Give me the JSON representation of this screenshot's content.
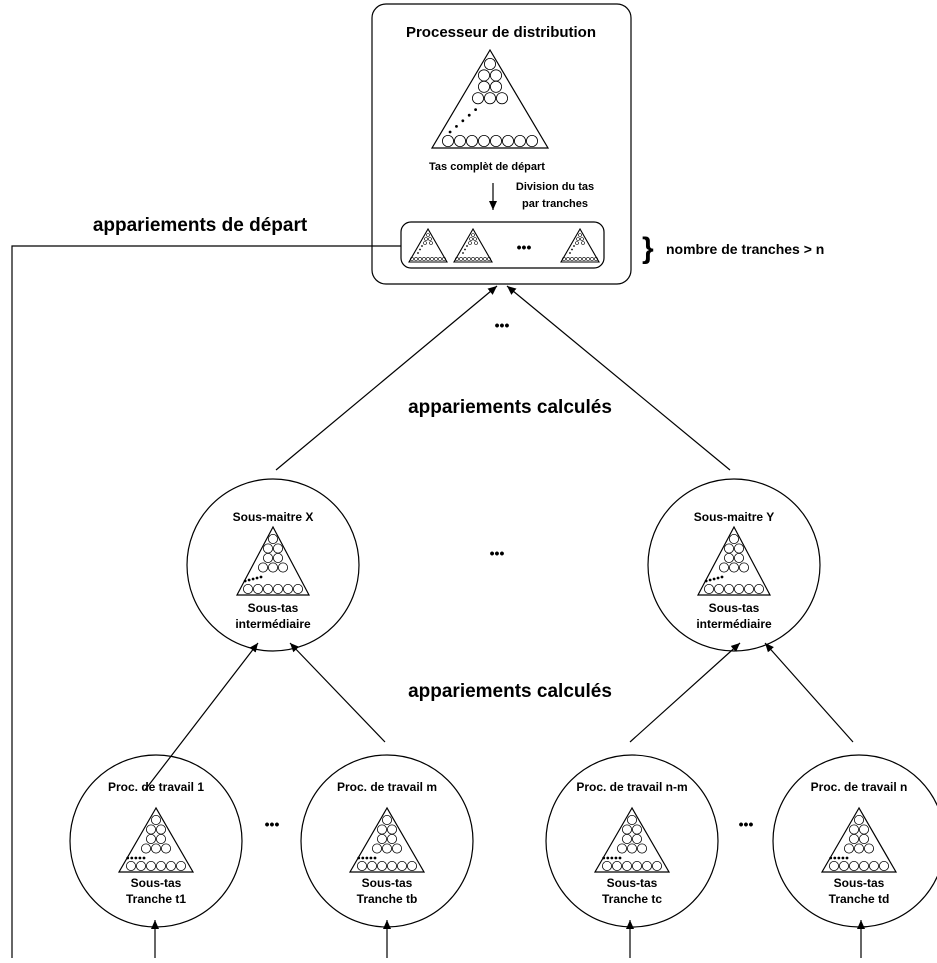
{
  "distribution": {
    "title": "Processeur de distribution",
    "heap_label": "Tas complèt de départ",
    "division_line1": "Division du tas",
    "division_line2": "par tranches",
    "slices_note": "nombre de tranches > n"
  },
  "edges": {
    "initial_pairings": "appariements de départ",
    "computed_upper": "appariements calculés",
    "computed_lower": "appariements calculés"
  },
  "submasters": [
    {
      "title": "Sous-maitre X",
      "line1": "Sous-tas",
      "line2": "intermédiaire"
    },
    {
      "title": "Sous-maitre Y",
      "line1": "Sous-tas",
      "line2": "intermédiaire"
    }
  ],
  "workers": [
    {
      "title": "Proc. de travail 1",
      "line1": "Sous-tas",
      "line2": "Tranche t1"
    },
    {
      "title": "Proc. de travail m",
      "line1": "Sous-tas",
      "line2": "Tranche tb"
    },
    {
      "title": "Proc. de travail n-m",
      "line1": "Sous-tas",
      "line2": "Tranche tc"
    },
    {
      "title": "Proc. de travail n",
      "line1": "Sous-tas",
      "line2": "Tranche td"
    }
  ],
  "ellipsis": "•••"
}
